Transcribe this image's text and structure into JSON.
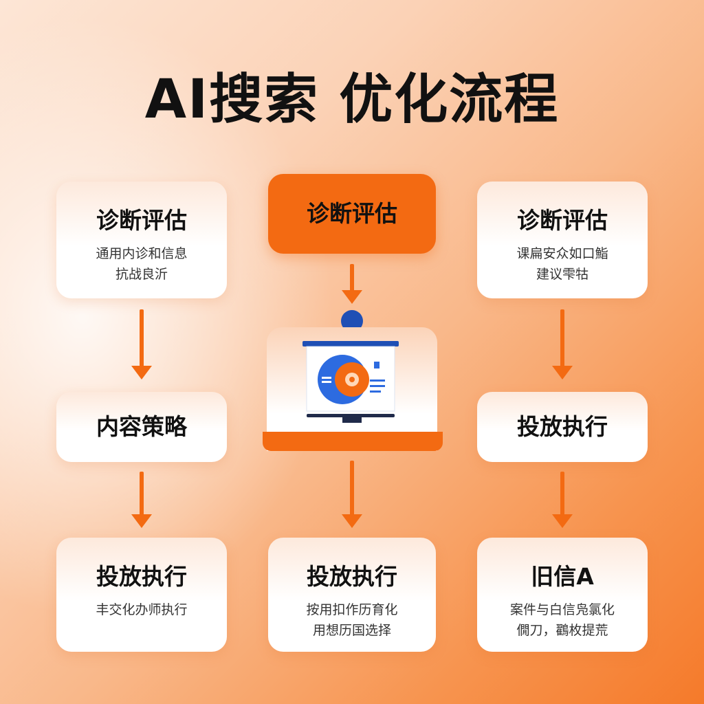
{
  "title": "AI搜索 优化流程",
  "left": {
    "card1": {
      "title": "诊断评估",
      "desc": [
        "通用内诊和信息",
        "抗战良沂"
      ]
    },
    "card2": {
      "title": "内容策略"
    },
    "card3": {
      "title": "投放执行",
      "desc": [
        "丰交化办师执行"
      ]
    }
  },
  "center": {
    "card1": {
      "title": "诊断评估"
    },
    "illustration": "monitor-chart-icon",
    "card3": {
      "title": "投放执行",
      "desc": [
        "按用扣作历育化",
        "用想历国选择"
      ]
    }
  },
  "right": {
    "card1": {
      "title": "诊断评估",
      "desc": [
        "课扁安众如口鮨",
        "建议雫牯"
      ]
    },
    "card2": {
      "title": "投放执行"
    },
    "card3": {
      "title": "旧信A",
      "desc": [
        "案件与白信凫氯化",
        "僩刀，鸐枚提荒"
      ]
    }
  },
  "colors": {
    "accent": "#f36a12",
    "blue": "#1f4fb5",
    "text": "#111111"
  }
}
